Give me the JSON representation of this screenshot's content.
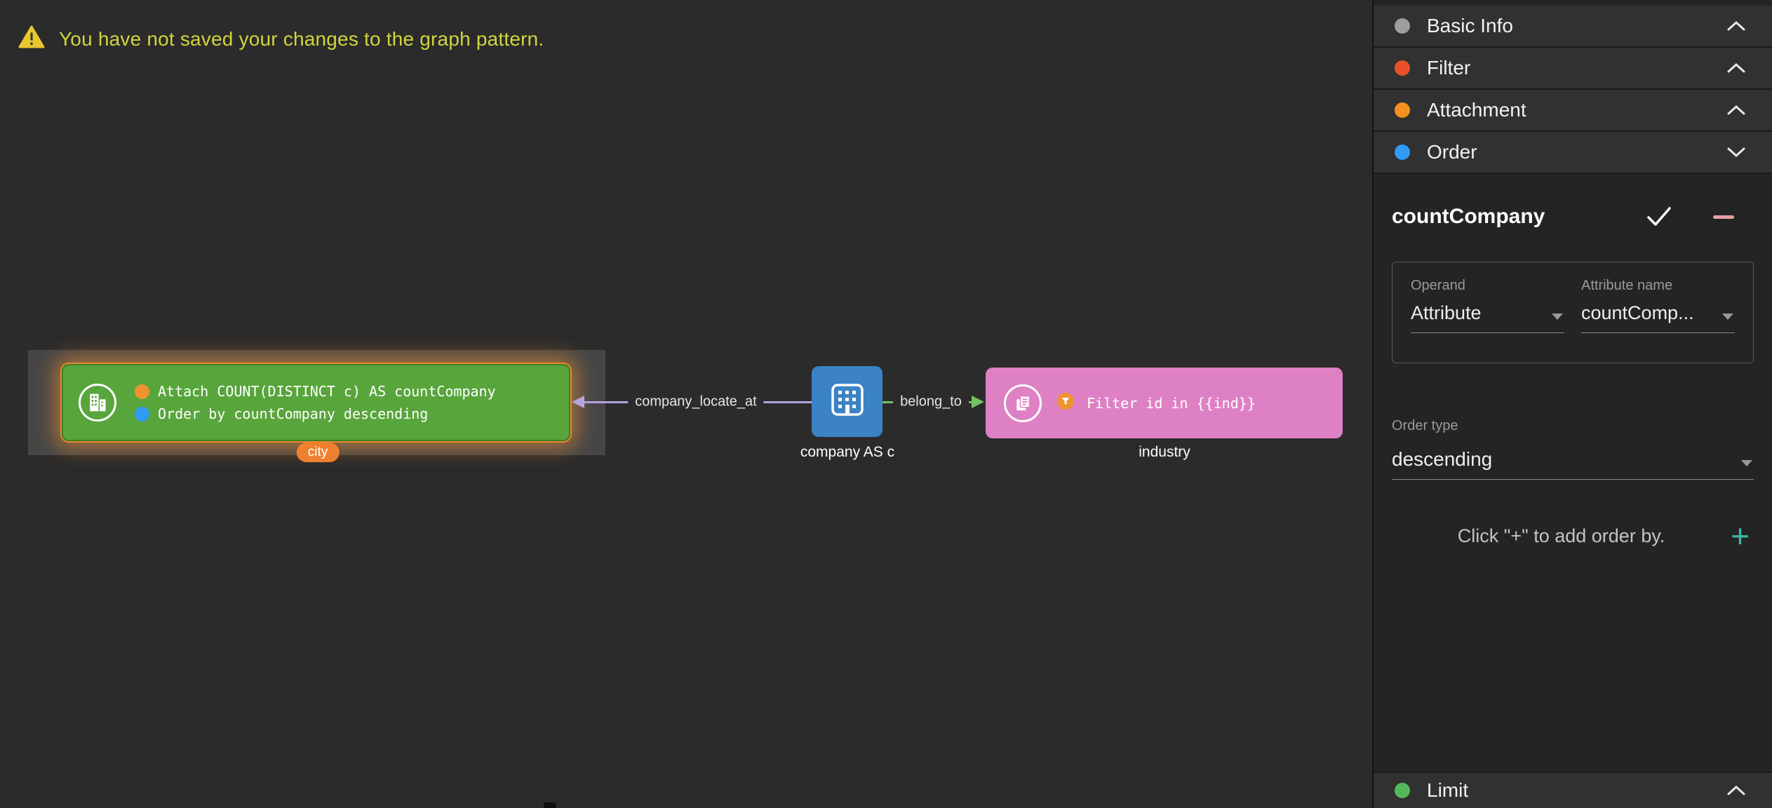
{
  "colors": {
    "warning_text": "#d2d43c",
    "node_green": "#58a53c",
    "node_blue": "#3c83c5",
    "node_pink": "#de81c4",
    "city_label_bg": "#ee8030",
    "attachment_badge": "#f0922e",
    "order_badge": "#2f9bf2",
    "edge_locate": "#b4a3dd",
    "edge_belong": "#76c162",
    "minus": "#e8a0a6",
    "plus": "#3cb8a4"
  },
  "canvas": {
    "warning": "You have not saved your changes to the graph pattern.",
    "nodes": {
      "city": {
        "attach_line": "Attach COUNT(DISTINCT c) AS countCompany",
        "order_line": "Order by countCompany descending",
        "label": "city"
      },
      "company": {
        "label": "company AS c"
      },
      "industry": {
        "filter_line": "Filter id in {{ind}}",
        "label": "industry"
      }
    },
    "edges": {
      "company_locate_at": "company_locate_at",
      "belong_to": "belong_to"
    }
  },
  "sidebar": {
    "sections": [
      {
        "label": "Basic Info",
        "dot_color": "#9e9e9e",
        "chevron": "up"
      },
      {
        "label": "Filter",
        "dot_color": "#e8502a",
        "chevron": "up"
      },
      {
        "label": "Attachment",
        "dot_color": "#f5901e",
        "chevron": "up"
      },
      {
        "label": "Order",
        "dot_color": "#2f9bf2",
        "chevron": "down"
      }
    ],
    "order_panel": {
      "title": "countCompany",
      "operand_label": "Operand",
      "operand_value": "Attribute",
      "attribute_label": "Attribute name",
      "attribute_value": "countComp...",
      "order_type_label": "Order type",
      "order_type_value": "descending",
      "add_hint": "Click \"+\" to add order by.",
      "plus": "+"
    },
    "limit_section": {
      "label": "Limit",
      "dot_color": "#56b85c",
      "chevron": "up"
    }
  }
}
